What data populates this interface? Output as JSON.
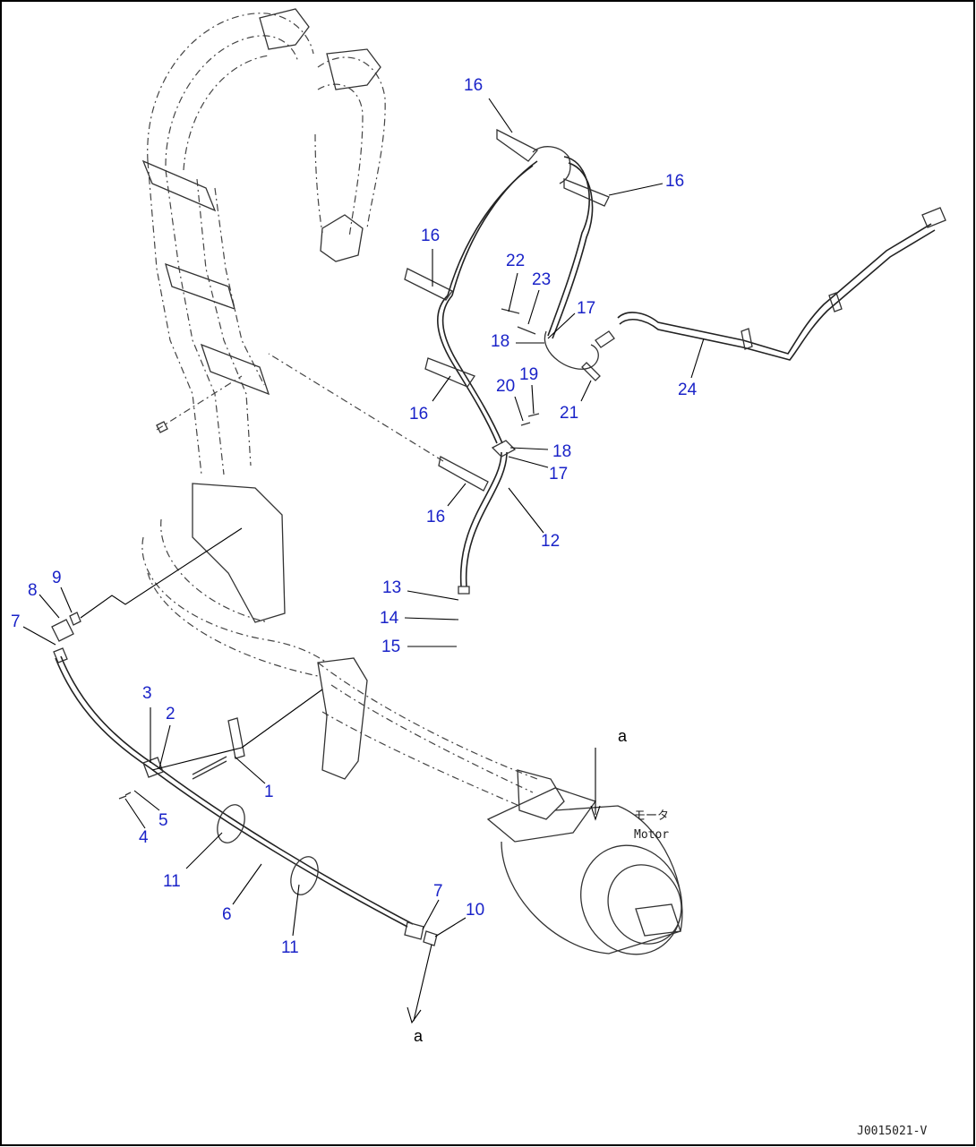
{
  "figure": {
    "drawing_code": "J0015021-V",
    "arrow_label": "a",
    "motor_label_jp": "モータ",
    "motor_label_en": "Motor"
  },
  "callouts": [
    {
      "id": "c1",
      "text": "1"
    },
    {
      "id": "c2",
      "text": "2"
    },
    {
      "id": "c3",
      "text": "3"
    },
    {
      "id": "c4",
      "text": "4"
    },
    {
      "id": "c5",
      "text": "5"
    },
    {
      "id": "c6",
      "text": "6"
    },
    {
      "id": "c7a",
      "text": "7"
    },
    {
      "id": "c7b",
      "text": "7"
    },
    {
      "id": "c8",
      "text": "8"
    },
    {
      "id": "c9",
      "text": "9"
    },
    {
      "id": "c10",
      "text": "10"
    },
    {
      "id": "c11a",
      "text": "11"
    },
    {
      "id": "c11b",
      "text": "11"
    },
    {
      "id": "c12",
      "text": "12"
    },
    {
      "id": "c13",
      "text": "13"
    },
    {
      "id": "c14",
      "text": "14"
    },
    {
      "id": "c15",
      "text": "15"
    },
    {
      "id": "c16a",
      "text": "16"
    },
    {
      "id": "c16b",
      "text": "16"
    },
    {
      "id": "c16c",
      "text": "16"
    },
    {
      "id": "c16d",
      "text": "16"
    },
    {
      "id": "c16e",
      "text": "16"
    },
    {
      "id": "c17a",
      "text": "17"
    },
    {
      "id": "c17b",
      "text": "17"
    },
    {
      "id": "c18a",
      "text": "18"
    },
    {
      "id": "c18b",
      "text": "18"
    },
    {
      "id": "c19",
      "text": "19"
    },
    {
      "id": "c20",
      "text": "20"
    },
    {
      "id": "c21",
      "text": "21"
    },
    {
      "id": "c22",
      "text": "22"
    },
    {
      "id": "c23",
      "text": "23"
    },
    {
      "id": "c24",
      "text": "24"
    }
  ],
  "colors": {
    "callout": "#1a23c8",
    "line": "#222222",
    "background": "#ffffff"
  }
}
